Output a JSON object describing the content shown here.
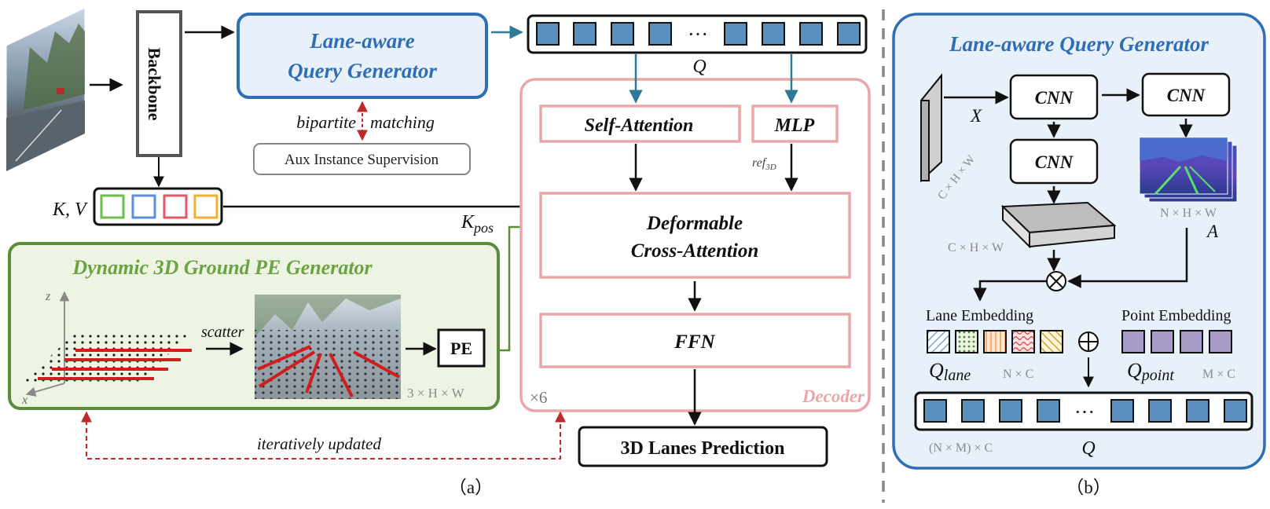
{
  "panel_a": {
    "backbone": "Backbone",
    "query_generator": {
      "line1": "Lane-aware",
      "line2": "Query Generator"
    },
    "q_label": "Q",
    "q_ellipsis": "···",
    "bipartite": "bipartite",
    "matching": "matching",
    "aux_supervision": "Aux Instance Supervision",
    "kv_label": "K, V",
    "kpos_label": "K",
    "kpos_sub": "pos",
    "pe_generator_title": "Dynamic 3D Ground PE Generator",
    "axis_z": "z",
    "axis_x": "x",
    "scatter": "scatter",
    "pe": "PE",
    "pe_dims": "3 × H × W",
    "self_attention": "Self-Attention",
    "mlp": "MLP",
    "ref_label": "ref",
    "ref_sub": "3D",
    "deformable": {
      "line1": "Deformable",
      "line2": "Cross-Attention"
    },
    "ffn": "FFN",
    "times6": "×6",
    "decoder": "Decoder",
    "prediction": "3D Lanes Prediction",
    "iteratively": "iteratively updated",
    "caption": "（a）"
  },
  "panel_b": {
    "title": "Lane-aware Query Generator",
    "x_label": "X",
    "cnn": "CNN",
    "chw": "C × H × W",
    "nhw": "N × H × W",
    "a_label": "A",
    "lane_embedding": "Lane Embedding",
    "point_embedding": "Point Embedding",
    "q_lane": "Q",
    "q_lane_sub": "lane",
    "nc": "N × C",
    "q_point": "Q",
    "q_point_sub": "point",
    "mc": "M × C",
    "nm_c": "(N × M) × C",
    "q_label": "Q",
    "q_ellipsis": "···",
    "caption": "（b）"
  },
  "colors": {
    "blue": "#2f6db5",
    "blue_fill": "#e8f0f9",
    "green": "#5b8c3a",
    "green_fill": "#edf4e4",
    "pink": "#e8a8a8",
    "red_dashed": "#c0282a",
    "teal": "#2e7a96",
    "query_cell": "#5b8fbd",
    "point_cell": "#a99bc8"
  }
}
